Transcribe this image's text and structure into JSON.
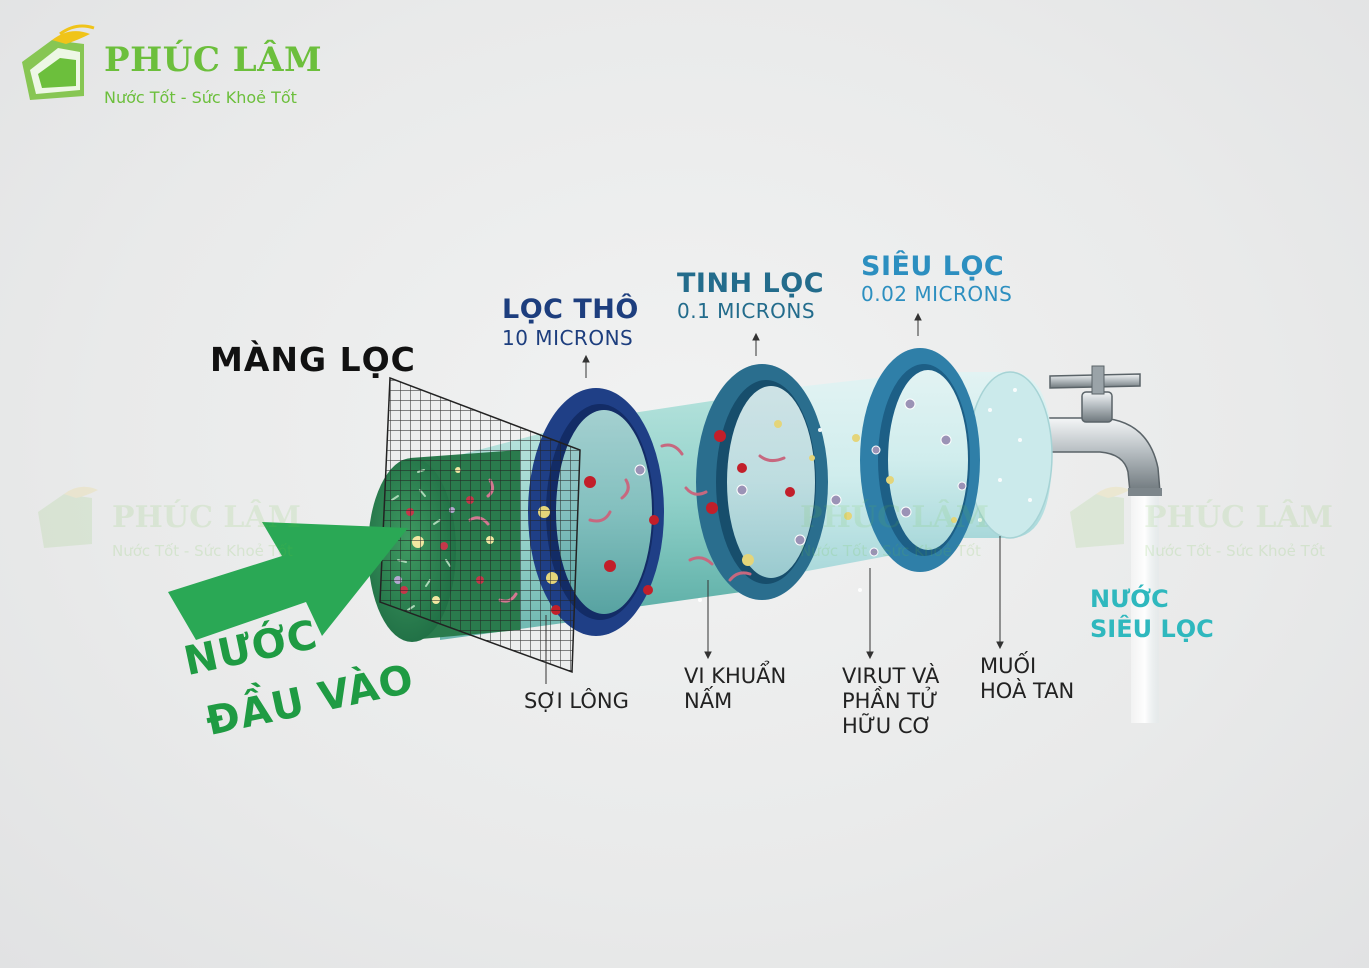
{
  "brand": {
    "name": "PHÚC LÂM",
    "slogan": "Nước Tốt - Sức Khoẻ Tốt",
    "color": "#6cbf3c",
    "logo_icon": "house-leaf-icon"
  },
  "watermarks": [
    {
      "name": "PHÚC LÂM",
      "slogan": "Nước Tốt - Sức Khoẻ Tốt"
    },
    {
      "name": "PHÚC LÂM",
      "slogan": "Nước Tốt - Sức Khoẻ Tốt"
    },
    {
      "name": "PHÚC LÂM",
      "slogan": "Nước Tốt - Sức Khoẻ Tốt"
    }
  ],
  "heading": "MÀNG LỌC",
  "input": {
    "line1": "NƯỚC",
    "line2": "ĐẦU VÀO",
    "color": "#1f9b43"
  },
  "stages": [
    {
      "title": "LỌC THÔ",
      "sub": "10 MICRONS",
      "color": "#1d3e7e"
    },
    {
      "title": "TINH LỌC",
      "sub": "0.1 MICRONS",
      "color": "#236c8c"
    },
    {
      "title": "SIÊU LỌC",
      "sub": "0.02 MICRONS",
      "color": "#2c8fc0"
    }
  ],
  "labels": {
    "fiber": "SỢI LÔNG",
    "bacteria_1": "VI KHUẨN",
    "bacteria_2": "NẤM",
    "virus_1": "VIRUT VÀ",
    "virus_2": "PHẦN TỬ",
    "virus_3": "HỮU CƠ",
    "salt_1": "MUỐI",
    "salt_2": "HOÀ TAN"
  },
  "output": {
    "line1": "NƯỚC",
    "line2": "SIÊU LỌC",
    "color": "#2fb8be"
  },
  "icons": [
    "mesh-screen-icon",
    "filter-cylinder-icon",
    "faucet-icon",
    "arrow-right-icon"
  ]
}
